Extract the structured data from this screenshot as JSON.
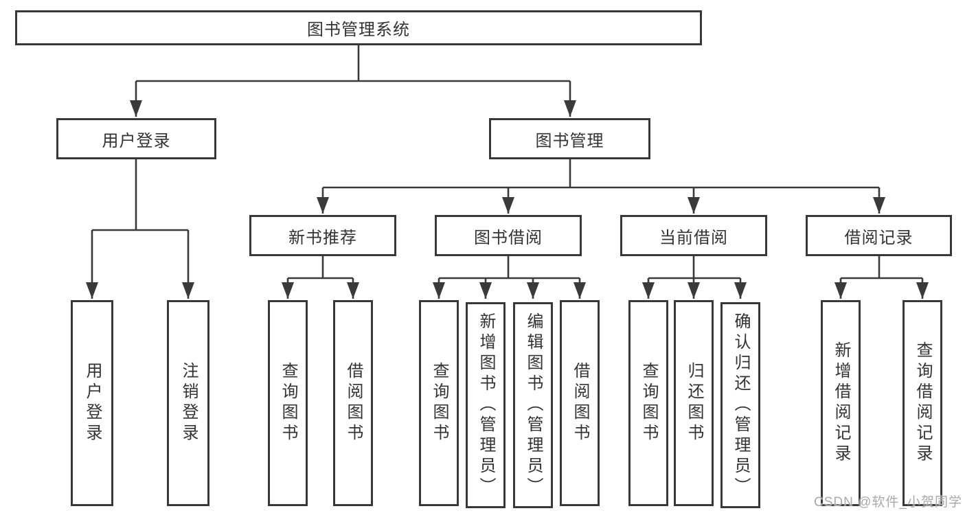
{
  "tree": {
    "root": {
      "label": "图书管理系统",
      "children": [
        {
          "label": "用户登录",
          "children": [
            {
              "label": "用户登录"
            },
            {
              "label": "注销登录"
            }
          ]
        },
        {
          "label": "图书管理",
          "children": [
            {
              "label": "新书推荐",
              "children": [
                {
                  "label": "查询图书"
                },
                {
                  "label": "借阅图书"
                }
              ]
            },
            {
              "label": "图书借阅",
              "children": [
                {
                  "label": "查询图书"
                },
                {
                  "label": "新增图书（管理员）"
                },
                {
                  "label": "编辑图书（管理员）"
                },
                {
                  "label": "借阅图书"
                }
              ]
            },
            {
              "label": "当前借阅",
              "children": [
                {
                  "label": "查询图书"
                },
                {
                  "label": "归还图书"
                },
                {
                  "label": "确认归还（管理员）"
                }
              ]
            },
            {
              "label": "借阅记录",
              "children": [
                {
                  "label": "新增借阅记录"
                },
                {
                  "label": "查询借阅记录"
                }
              ]
            }
          ]
        }
      ]
    }
  },
  "watermark": {
    "text": "CSDN @软件_小贺同学"
  },
  "colors": {
    "line": "#3a3a3a",
    "border": "#383838",
    "text": "#333333",
    "watermark": "#a9a9a9",
    "background": "#ffffff"
  }
}
